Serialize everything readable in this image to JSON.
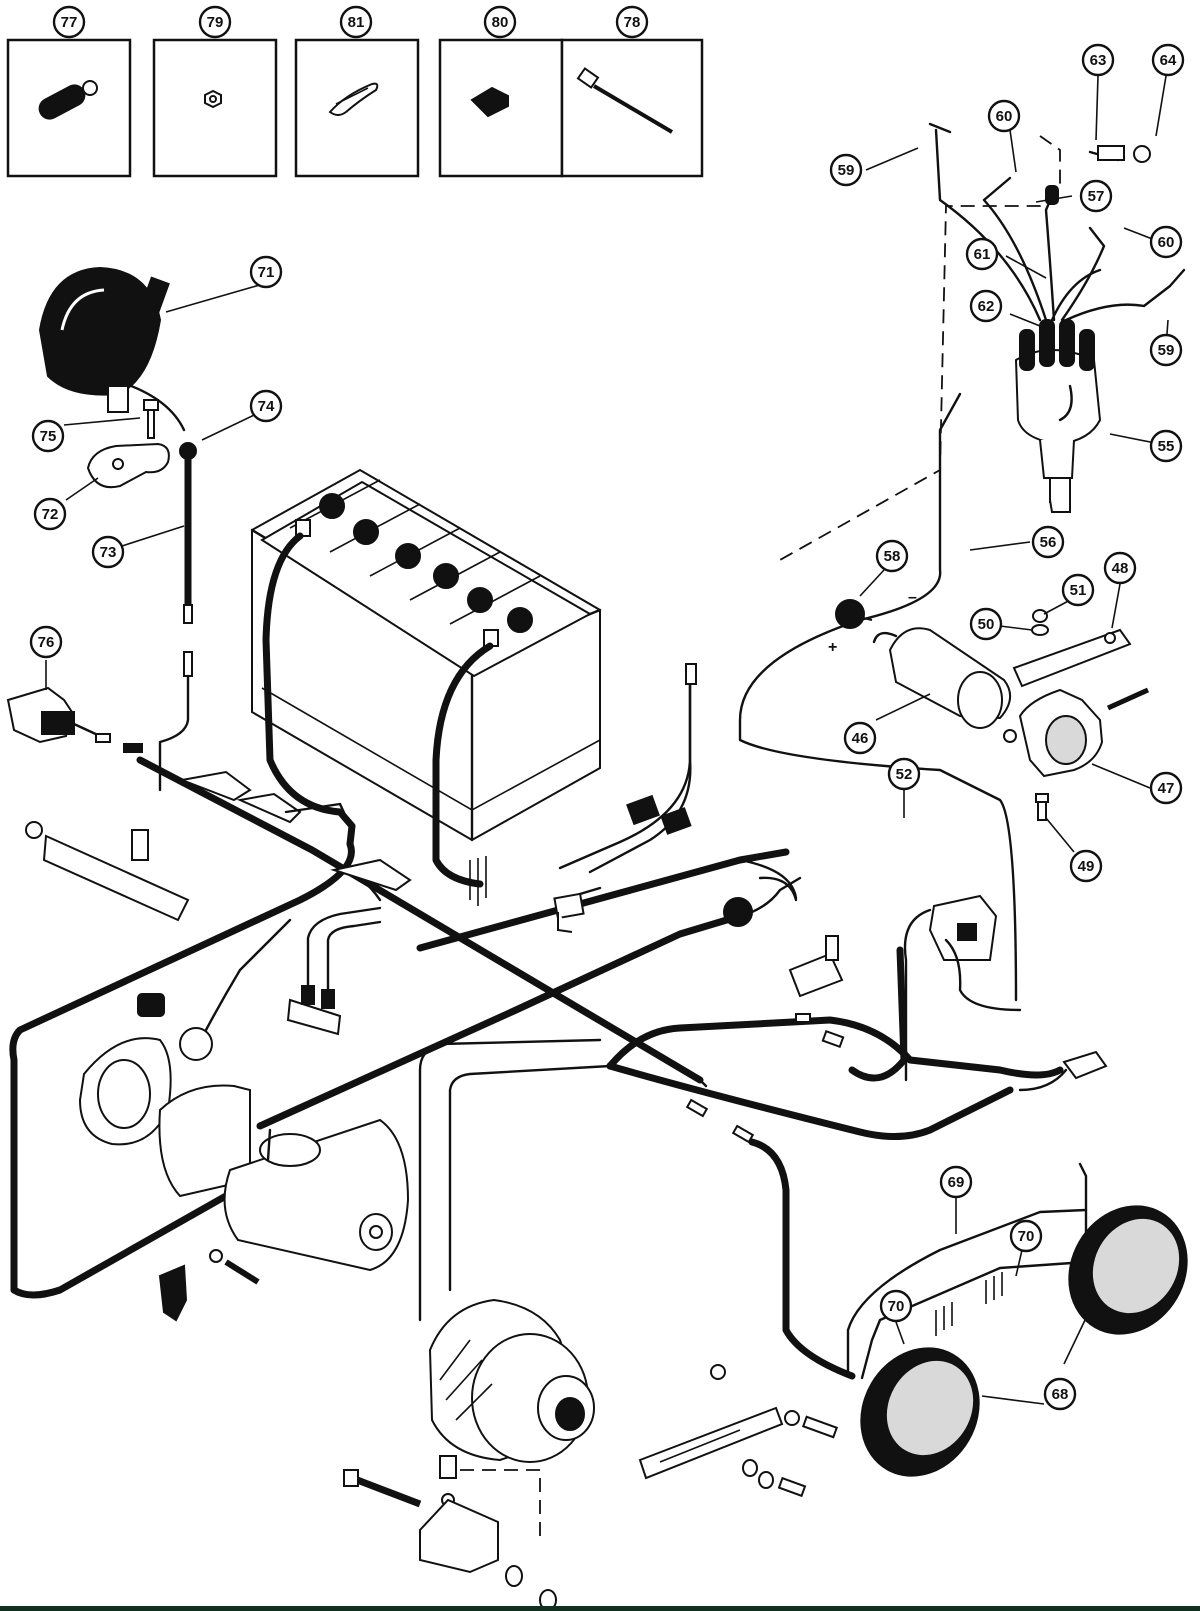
{
  "callouts": {
    "c77": "77",
    "c79": "79",
    "c81": "81",
    "c80": "80",
    "c78": "78",
    "c63": "63",
    "c64": "64",
    "c60a": "60",
    "c59a": "59",
    "c57": "57",
    "c60b": "60",
    "c61": "61",
    "c62": "62",
    "c59b": "59",
    "c55": "55",
    "c71": "71",
    "c74": "74",
    "c75": "75",
    "c72": "72",
    "c73": "73",
    "c76": "76",
    "c58": "58",
    "c56": "56",
    "c48": "48",
    "c51": "51",
    "c50": "50",
    "c46": "46",
    "c52": "52",
    "c47": "47",
    "c49": "49",
    "c69": "69",
    "c70a": "70",
    "c70b": "70",
    "c68": "68"
  },
  "signs": {
    "coil_positive": "+",
    "coil_negative": "–"
  },
  "icons": {
    "lead_terminal": "lead-terminal-icon",
    "nut": "nut-icon",
    "clip": "clip-icon",
    "clamp": "clamp-icon",
    "tie_strap": "tie-strap-icon"
  },
  "colors": {
    "ink": "#111111",
    "paper": "#ffffff",
    "footer": "#0f2f1f"
  }
}
